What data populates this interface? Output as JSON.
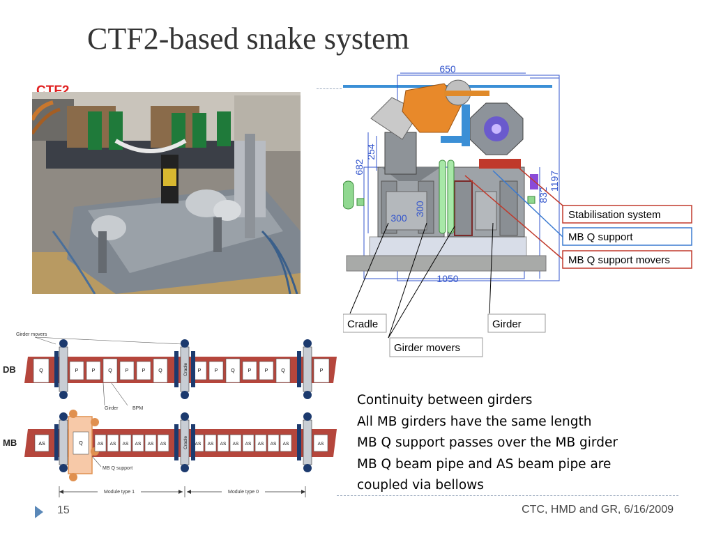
{
  "slide": {
    "title": "CTF2-based snake system",
    "page_number": "15",
    "credit": "CTC, HMD and GR, 6/16/2009"
  },
  "photo": {
    "label": "CTF2"
  },
  "cross_section": {
    "dim_top": "650",
    "dim_left_outer": "682",
    "dim_left_inner": "254",
    "dim_right_outer": "1197",
    "dim_right_inner": "832",
    "dim_cradle_w": "300",
    "dim_cradle_h": "300",
    "dim_bottom": "1050",
    "callouts": {
      "stabilisation": "Stabilisation system",
      "mbq_support": "MB Q support",
      "mbq_movers": "MB Q support  movers",
      "cradle": "Cradle",
      "girder": "Girder",
      "girder_movers": "Girder movers"
    }
  },
  "snake_diagram": {
    "db_label": "DB",
    "mb_label": "MB",
    "girder_movers_label": "Girder movers",
    "girder_label": "Girder",
    "bpm_label": "BPM",
    "cradle_label": "Cradle",
    "mbq_support_label": "MB Q support",
    "module_type_1": "Module type 1",
    "module_type_0": "Module type 0",
    "db_seg1": [
      "Q"
    ],
    "db_seg2": [
      "P",
      "P",
      "Q",
      "P",
      "P",
      "Q"
    ],
    "db_seg3": [
      "P",
      "P",
      "Q",
      "P",
      "P",
      "Q"
    ],
    "db_seg4": [
      "P"
    ],
    "mb_seg1": [
      "AS"
    ],
    "mb_seg2": [
      "Q",
      "AS",
      "AS",
      "AS",
      "AS",
      "AS",
      "AS"
    ],
    "mb_seg3": [
      "AS",
      "AS",
      "AS",
      "AS",
      "AS",
      "AS",
      "AS",
      "AS"
    ],
    "mb_seg4": [
      "AS"
    ]
  },
  "notes": [
    "Continuity between girders",
    "All MB girders have the same length",
    "MB Q support passes over the MB girder",
    "MB Q beam pipe and AS beam pipe are",
    "coupled via bellows"
  ],
  "colors": {
    "beam_red": "#b5463c",
    "cradle_navy": "#1c3a6e",
    "mbq_support_orange": "#e0904f",
    "mbq_support_fill": "#f7c9a8",
    "dim_blue": "#3355cc",
    "title_gray": "#333333",
    "label_red": "#e02020"
  }
}
